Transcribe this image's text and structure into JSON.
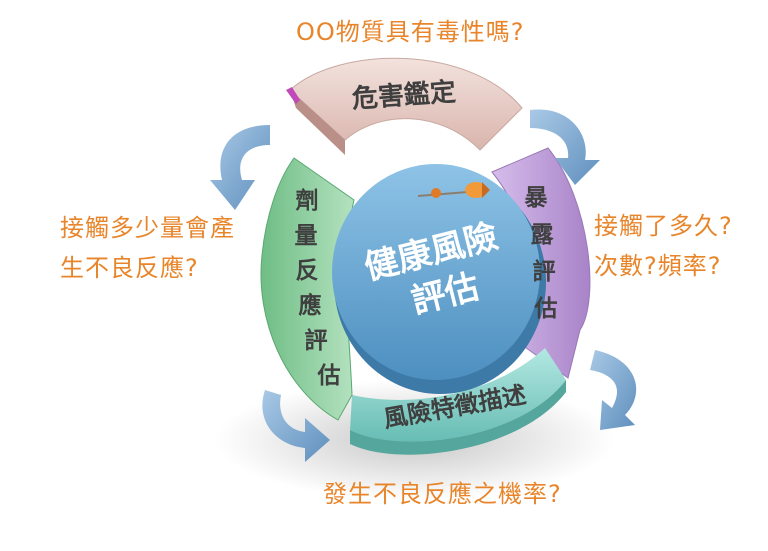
{
  "center": {
    "line1": "健康風險",
    "line2": "評估"
  },
  "segments": {
    "hazard_identification": "危害鑑定",
    "exposure_assessment": "暴露評估",
    "risk_characterization": "風險特徵描述",
    "dose_response_assessment": "劑量反應評估"
  },
  "questions": {
    "top": "OO物質具有毒性嗎?",
    "right_line1": "接觸了多久?",
    "right_line2": "次數?頻率?",
    "left_line1": "接觸多少量會產",
    "left_line2": "生不良反應?",
    "bottom": "發生不良反應之機率?"
  },
  "colors": {
    "hazard": "#e9cfc9",
    "exposure": "#c8a6df",
    "risk": "#8fd6cf",
    "dose": "#8fcf9f",
    "hub": "#5fa2cf",
    "arrow": "#7ea9cf",
    "question_text": "#e8852a"
  },
  "icons": {
    "hub_decoration": "dart-icon",
    "cycle_arrows": "curved-arrow-icon"
  }
}
